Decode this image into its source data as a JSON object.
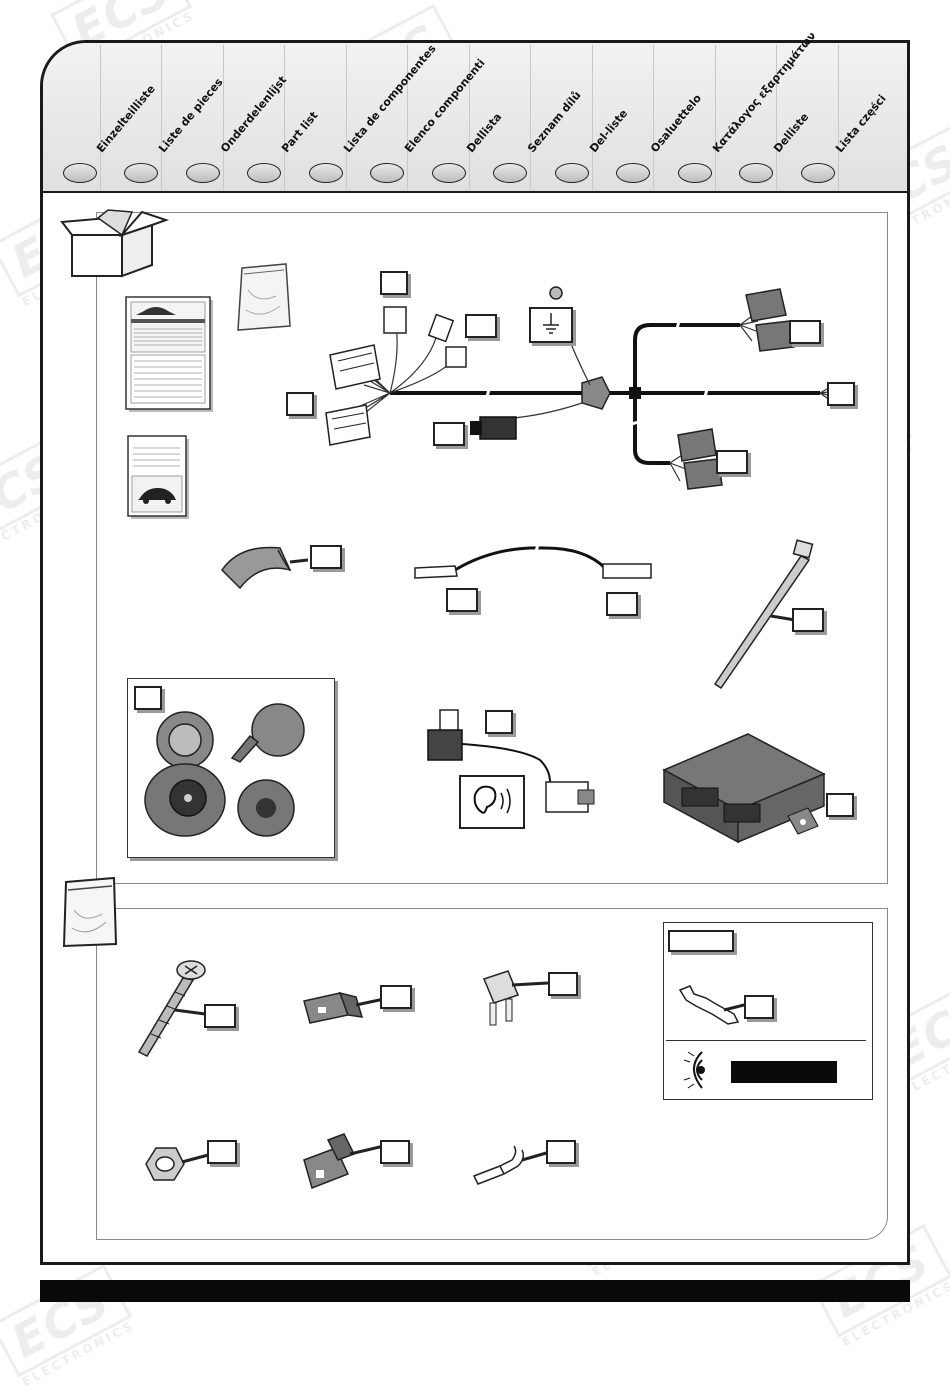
{
  "header": {
    "languages": [
      "Einzelteilliste",
      "Liste de pieces",
      "Onderdelenlijst",
      "Part list",
      "Lista de componentes",
      "Elenco componenti",
      "Dellista",
      "Seznam dílů",
      "Del-liste",
      "Osaluettelo",
      "Κατάλογος εξαρτημάτων",
      "Delliste",
      "Lista części"
    ]
  },
  "watermark": {
    "brand": "ECS",
    "subtitle": "ELECTRONICS"
  },
  "icons": {
    "box": "box-icon",
    "bag": "bag-icon",
    "ear": "ear-icon",
    "eye": "eye-icon",
    "ground": "ground-icon"
  },
  "colors": {
    "line": "#1a1a1a",
    "shadow": "#9a9a9a",
    "part_fill": "#8a8a8a"
  }
}
